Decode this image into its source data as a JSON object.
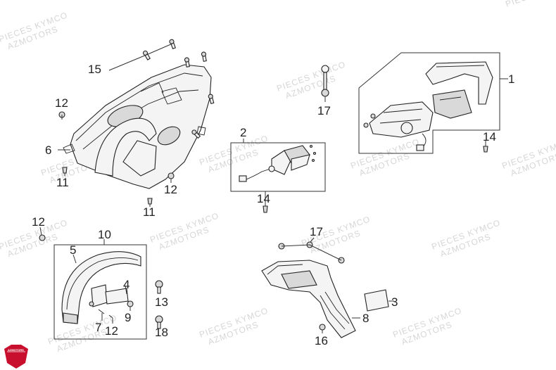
{
  "watermark": {
    "line1": "PIECES KYMCO",
    "line2": "AZMOTORS"
  },
  "logo": {
    "text": "AZMOTORS",
    "color": "#c8102e"
  },
  "labels": [
    {
      "id": "1",
      "text": "1"
    },
    {
      "id": "2",
      "text": "2"
    },
    {
      "id": "3",
      "text": "3"
    },
    {
      "id": "4",
      "text": "4"
    },
    {
      "id": "5",
      "text": "5"
    },
    {
      "id": "6",
      "text": "6"
    },
    {
      "id": "7",
      "text": "7"
    },
    {
      "id": "8",
      "text": "8"
    },
    {
      "id": "9",
      "text": "9"
    },
    {
      "id": "10",
      "text": "10"
    },
    {
      "id": "11a",
      "text": "11"
    },
    {
      "id": "11b",
      "text": "11"
    },
    {
      "id": "12a",
      "text": "12"
    },
    {
      "id": "12b",
      "text": "12"
    },
    {
      "id": "12c",
      "text": "12"
    },
    {
      "id": "12d",
      "text": "12"
    },
    {
      "id": "13",
      "text": "13"
    },
    {
      "id": "14a",
      "text": "14"
    },
    {
      "id": "14b",
      "text": "14"
    },
    {
      "id": "15",
      "text": "15"
    },
    {
      "id": "16",
      "text": "16"
    },
    {
      "id": "17a",
      "text": "17"
    },
    {
      "id": "17b",
      "text": "17"
    },
    {
      "id": "18",
      "text": "18"
    }
  ]
}
